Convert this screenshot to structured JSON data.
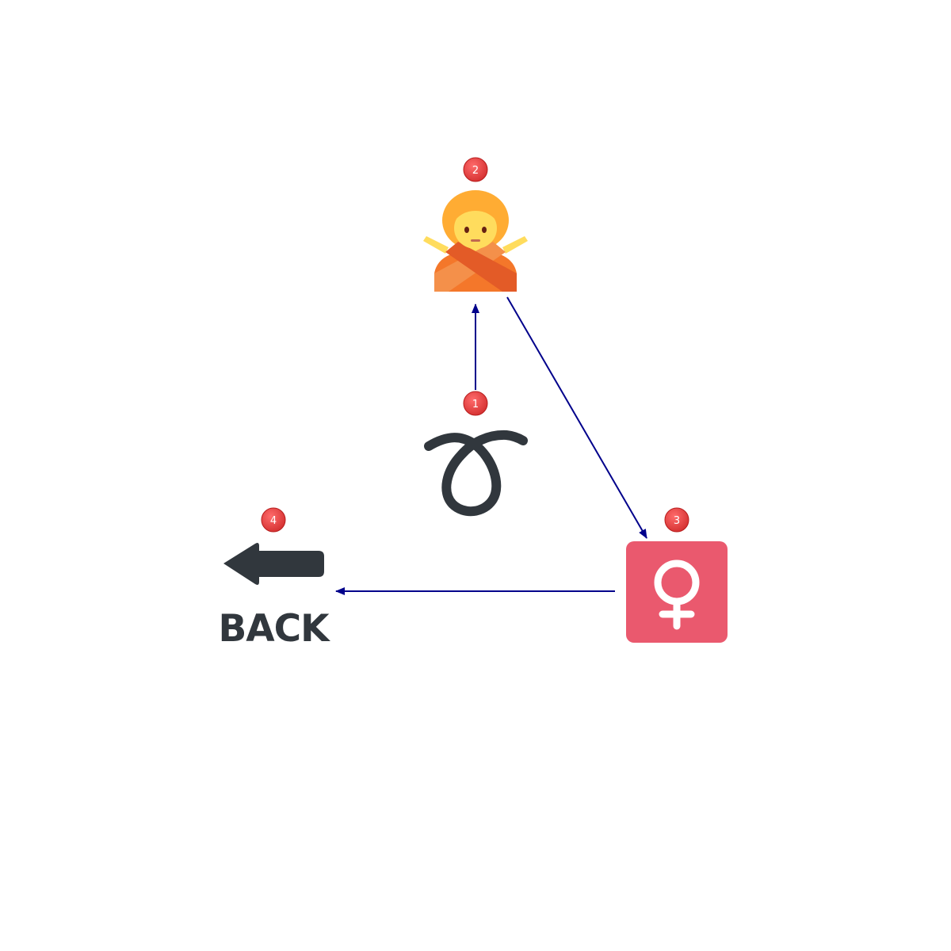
{
  "colors": {
    "edge": "#00008b",
    "badge": "#e53935",
    "badge_text": "#ffffff",
    "dark_glyph": "#31373d",
    "female_tile": "#ea596e"
  },
  "nodes": [
    {
      "id": "1",
      "badge": "1",
      "icon": "curly-loop-icon"
    },
    {
      "id": "2",
      "badge": "2",
      "icon": "person-gesturing-no-icon"
    },
    {
      "id": "3",
      "badge": "3",
      "icon": "female-sign-icon"
    },
    {
      "id": "4",
      "badge": "4",
      "icon": "back-arrow-icon",
      "label": "BACK"
    }
  ],
  "edges": [
    {
      "from": "1",
      "to": "2"
    },
    {
      "from": "2",
      "to": "3"
    },
    {
      "from": "3",
      "to": "4"
    }
  ]
}
